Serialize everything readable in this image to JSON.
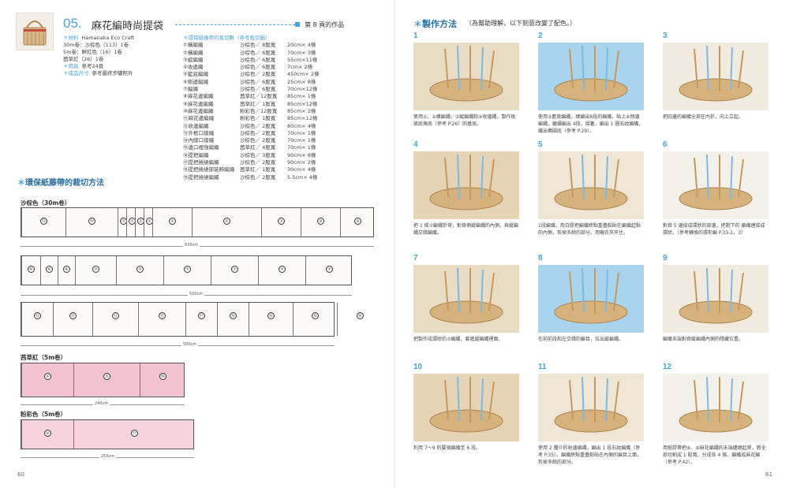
{
  "left": {
    "title_num": "05.",
    "title": "麻花編時尚提袋",
    "ref": "第 8 頁的作品",
    "materials": [
      {
        "k": "＊材料",
        "v": "Hamanaka Eco Craft"
      },
      {
        "k": "",
        "v": "30m卷：沙棕色（113）1卷"
      },
      {
        "k": "",
        "v": "5m卷：鮮紅色（16）1卷"
      },
      {
        "k": "",
        "v": "茜草紅（26）1卷"
      },
      {
        "k": "＊用具",
        "v": "參考24頁"
      },
      {
        "k": "＊成品尺寸",
        "v": "參考最終步驟照片"
      }
    ],
    "cuts_title": "＊環保紙藤帶的裁切數（參考裁切圖）",
    "cuts": [
      [
        "①橫編繩",
        "沙棕色／ 8股寬",
        "20cm× 4條"
      ],
      [
        "②橫編繩",
        "沙棕色／ 6股寬",
        "70cm× 3條"
      ],
      [
        "③縱編繩",
        "沙棕色／ 6股寬",
        "55cm×11條"
      ],
      [
        "④收邊繩",
        "沙棕色／ 6股寬",
        "7cm× 2條"
      ],
      [
        "⑤籃底編繩",
        "沙棕色／ 2股寬",
        "450cm× 2條"
      ],
      [
        "⑥侧邊編繩",
        "沙棕色／ 6股寬",
        "25cm× 8條"
      ],
      [
        "⑦編繩",
        "沙棕色／ 6股寬",
        "70cm×12條"
      ],
      [
        "⑧麻花邊編繩",
        "茜草紅／12股寬",
        "85cm× 1條"
      ],
      [
        "⑨麻花邊編繩",
        "茜草紅／ 1股寬",
        "85cm×12條"
      ],
      [
        "⑩麻花邊編繩",
        "粉彩色／12股寬",
        "85cm× 2條"
      ],
      [
        "⑪麻花邊編繩",
        "粉彩色／ 1股寬",
        "85cm×12條"
      ],
      [
        "⑫收邊編繩",
        "沙棕色／ 2股寬",
        "80cm× 4條"
      ],
      [
        "⑬外框口緣繩",
        "沙棕色／ 2股寬",
        "70cm× 1條"
      ],
      [
        "⑭內緣口緣繩",
        "沙棕色／ 2股寬",
        "70cm× 1條"
      ],
      [
        "⑮邊口裡強編繩",
        "茜草紅／ 4股寬",
        "70cm× 1條"
      ],
      [
        "⑯提把編繩",
        "沙棕色／ 3股寬",
        "90cm× 8條"
      ],
      [
        "⑰提把捲繞編繩",
        "沙棕色／ 2股寬",
        "90cm× 2條"
      ],
      [
        "⑱提把捲繞部裝飾編繩",
        "茜草紅／ 1股寬",
        "30cm× 4條"
      ],
      [
        "⑲提把捲繞編繩",
        "沙棕色／ 2股寬",
        "5.5cm× 4條"
      ]
    ],
    "section_title": "環保紙藤帶的裁切方法",
    "sand_label": "沙棕色（30m卷）",
    "red_label": "茜草紅（5m卷）",
    "pink_label": "粉彩色（5m卷）",
    "dims": [
      "635cm",
      "520cm",
      "500cm",
      "240cm",
      "255cm"
    ],
    "cells_row1": [
      "⑬",
      "⑭",
      "①",
      "①",
      "①",
      "①",
      "②",
      "②",
      "③",
      "③",
      "③"
    ],
    "cells_row2": [
      "⑥",
      "⑥",
      "⑥",
      "⑦",
      "⑦",
      "⑦",
      "⑦",
      "⑦",
      "⑦"
    ],
    "cells_row3": [
      "⑫",
      "⑫",
      "⑫",
      "⑫",
      "⑰",
      "⑯",
      "⑯",
      "⑯",
      "⑯"
    ],
    "red_cells": [
      "⑧",
      "⑨",
      "⑱"
    ],
    "pink_cells": [
      "⑩",
      "⑪"
    ],
    "page_num": "60"
  },
  "right": {
    "title": "製作方法",
    "note": "（為幫助理解，以下刻意改變了配色。）",
    "steps": [
      {
        "n": "1",
        "cap": "使用①、②橫編繩，③縱編繩和④收邊繩，製作板條底角底（參考 P.26）的基底。"
      },
      {
        "n": "2",
        "cap": "使用⑤籃底編繩，繞編出8段的編織，貼上⑥侧邊編繩，繼續編出 4段，接著，編出 1 圈右紋編織，織出橢圓底（參考 P.29）。"
      },
      {
        "n": "3",
        "cap": "把四邊的編織全部往內折，向上立起。"
      },
      {
        "n": "4",
        "cap": "把 1 條⑦編繩折彎，對齊側縱編繩的內側，與縱編繩交錯編織。"
      },
      {
        "n": "5",
        "cap": "1段編織，用白膠把編織終點重疊黏貼在編織起點的內側，剪掉多餘的部分。用曬衣夾夾住。"
      },
      {
        "n": "6",
        "cap": "對齊 5 邊接成環狀的部邊，把剩下的 編織連接成環狀。（參考轉換的環形編 P.33-2，3）"
      },
      {
        "n": "7",
        "cap": "把製作成環狀的⑦編繩，套進縱編繩裡面。"
      },
      {
        "n": "8",
        "cap": "在前前段和左交錯的編目，拉出縱編繩。"
      },
      {
        "n": "9",
        "cap": "編織末端對齊縱編繩內側的隱藏位置。"
      },
      {
        "n": "10",
        "cap": "利用 7～9 的要領編織至 6 段。"
      },
      {
        "n": "11",
        "cap": "使用 2 種⑫的收邊編繩，編出 1 段右紋編織（參考 P.35）。編織終點重疊黏貼在內側的編目上面，剪掉多餘的部分。"
      },
      {
        "n": "12",
        "cap": "用紙膠帶把⑧、⑨麻花編繩的末端纏繞起來，將全部切割成 1 股寬，分成各 4 條，編織成麻花編（參考 P.42）。"
      }
    ],
    "page_num": "61"
  }
}
